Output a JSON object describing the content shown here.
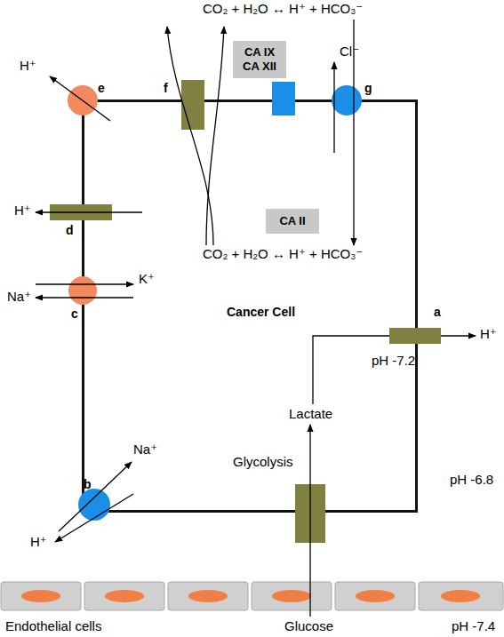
{
  "diagram": {
    "nodes": [
      {
        "text": [
          "CA IX CA XII"
        ]
      },
      {
        "text": [
          "Cancer Cell"
        ]
      },
      {
        "text": [
          "CA II"
        ],
        "in": 1
      }
    ],
    "labels": [
      "CO₂ + H₂O ↔ H⁺ + HCO₃⁻",
      "Cl⁻",
      "H⁺",
      "e",
      "f",
      "g",
      "CO₂ + H₂O ↔ H⁺ + HCO₃⁻",
      "H⁺",
      "d",
      "K⁺",
      "Na⁺",
      "c",
      "Na⁺",
      "H⁺",
      "b",
      "a",
      "H⁺",
      "pH -7.2",
      "Lactate",
      "Glycolysis",
      "pH -6.8",
      "Endothelial cells",
      "Glucose",
      "pH -7.4"
    ]
  }
}
